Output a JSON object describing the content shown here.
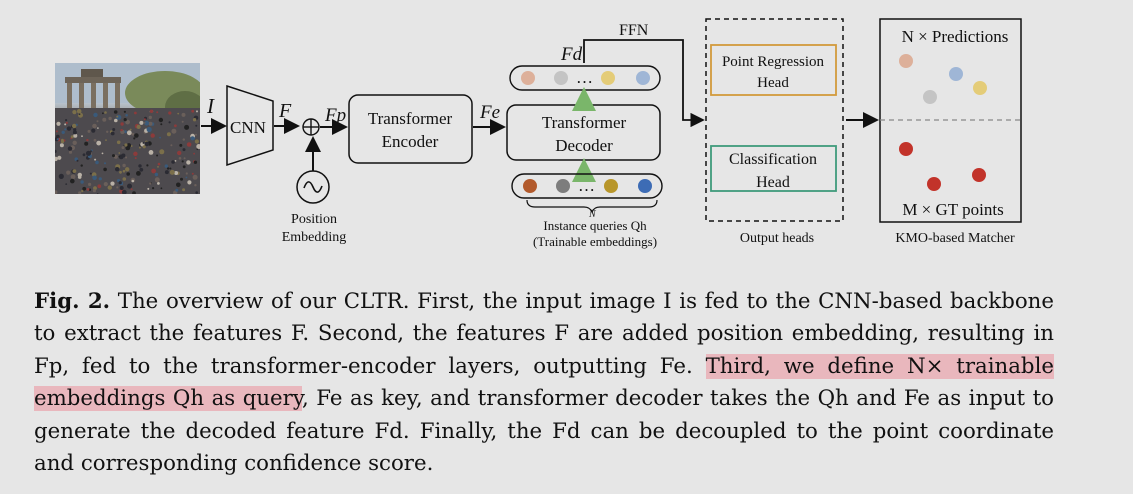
{
  "figure": {
    "input_label": "I",
    "cnn_label": "CNN",
    "f_label": "F",
    "fp_label": "Fp",
    "fe_label": "Fe",
    "fd_label": "Fd",
    "encoder_line1": "Transformer",
    "encoder_line2": "Encoder",
    "decoder_line1": "Transformer",
    "decoder_line2": "Decoder",
    "ffn_label": "FFN",
    "pos_emb_line1": "Position",
    "pos_emb_line2": "Embedding",
    "ellipsis": "…",
    "n_label": "N",
    "queries_line1": "Instance queries Qh",
    "queries_line2": "(Trainable embeddings)",
    "point_head_line1": "Point Regression",
    "point_head_line2": "Head",
    "cls_head_line1": "Classification",
    "cls_head_line2": "Head",
    "output_heads_label": "Output heads",
    "predictions_label": "N × Predictions",
    "gt_points_label": "M × GT points",
    "matcher_label": "KMO-based Matcher",
    "colors": {
      "point_head_border": "#d39a3c",
      "cls_head_border": "#3f9b7b",
      "arrow_up": "#7ab66a",
      "pred_salmon": "#ddb09a",
      "pred_grey": "#c4c4c4",
      "pred_yellow": "#e4cc78",
      "pred_blue": "#9fb6d6",
      "gt_red": "#c2332a",
      "q_brown": "#b25a2c",
      "q_grey": "#7d7d7d",
      "q_gold": "#b8962a",
      "q_blue": "#3d6cb5",
      "highlight": "#e9b7bd"
    }
  },
  "caption": {
    "label": "Fig. 2.",
    "part1": " The overview of our CLTR. First, the input image I is fed to the CNN-based backbone to extract the features F. Second, the features F are added position embedding, resulting in Fp, fed to the transformer-encoder layers, outputting Fe. ",
    "highlight": "Third, we define N× trainable embeddings Qh as query",
    "part2": ", Fe as key, and transformer decoder takes the Qh and Fe as input to generate the decoded feature Fd. Finally, the Fd can be decoupled to the point coordinate and corresponding confidence score."
  }
}
